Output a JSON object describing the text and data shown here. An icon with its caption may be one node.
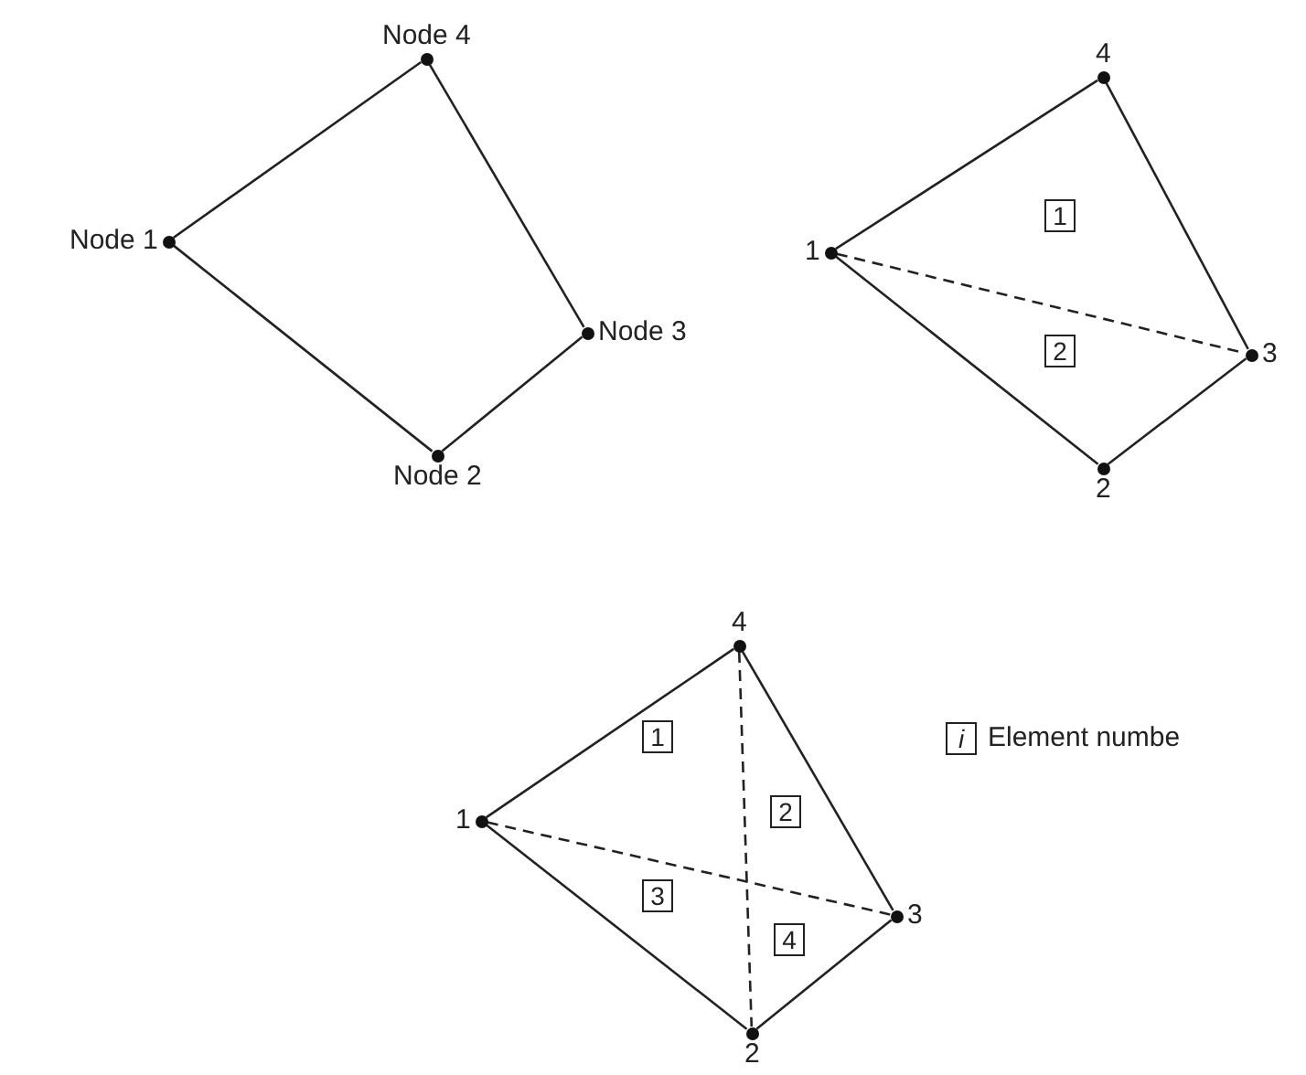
{
  "diagram": {
    "nodes": [
      {
        "text": [],
        "shape": "circle",
        "beside": [
          "Node 4"
        ]
      },
      {
        "text": [],
        "shape": "circle",
        "beside": [
          "Node 1"
        ]
      },
      {
        "text": [],
        "shape": "circle",
        "beside": [
          "Node 3"
        ]
      },
      {
        "text": [],
        "shape": "circle",
        "beside": [
          "Node 2"
        ]
      },
      {
        "text": [],
        "shape": "circle",
        "beside": [
          "4"
        ]
      },
      {
        "text": [
          "1"
        ]
      },
      {
        "text": [],
        "shape": "circle",
        "beside": [
          "1"
        ]
      },
      {
        "text": [
          "2"
        ]
      },
      {
        "text": [],
        "shape": "circle",
        "beside": [
          "3"
        ]
      },
      {
        "text": [],
        "shape": "circle",
        "beside": [
          "2"
        ]
      },
      {
        "text": [],
        "shape": "circle",
        "beside": [
          "4"
        ]
      },
      {
        "text": [
          "1"
        ]
      },
      {
        "text": [
          "i"
        ],
        "beside": [
          "Element numbe"
        ]
      },
      {
        "text": [
          "2"
        ]
      },
      {
        "text": [],
        "shape": "circle",
        "beside": [
          "1"
        ]
      },
      {
        "text": [
          "3"
        ]
      },
      {
        "text": [
          "4"
        ]
      },
      {
        "text": [],
        "shape": "circle",
        "beside": [
          "3"
        ]
      },
      {
        "text": [],
        "shape": "circle",
        "beside": [
          "2"
        ]
      }
    ],
    "edges": [
      {
        "from": 1,
        "to": 0,
        "arrow": "none"
      },
      {
        "from": 0,
        "to": 2,
        "arrow": "none"
      },
      {
        "from": 2,
        "to": 3,
        "arrow": "none"
      },
      {
        "from": 3,
        "to": 1,
        "arrow": "none"
      },
      {
        "from": 6,
        "to": 4,
        "arrow": "none"
      },
      {
        "from": 4,
        "to": 8,
        "arrow": "none"
      },
      {
        "from": 8,
        "to": 9,
        "arrow": "none"
      },
      {
        "from": 9,
        "to": 6,
        "arrow": "none"
      },
      {
        "from": 6,
        "to": 8,
        "arrow": "none",
        "style": "dashed"
      },
      {
        "from": 14,
        "to": 10,
        "arrow": "none"
      },
      {
        "from": 10,
        "to": 17,
        "arrow": "none"
      },
      {
        "from": 17,
        "to": 18,
        "arrow": "none"
      },
      {
        "from": 18,
        "to": 14,
        "arrow": "none"
      },
      {
        "from": 14,
        "to": 17,
        "arrow": "none",
        "style": "dashed"
      },
      {
        "from": 10,
        "to": 18,
        "arrow": "none",
        "style": "dashed"
      }
    ]
  }
}
